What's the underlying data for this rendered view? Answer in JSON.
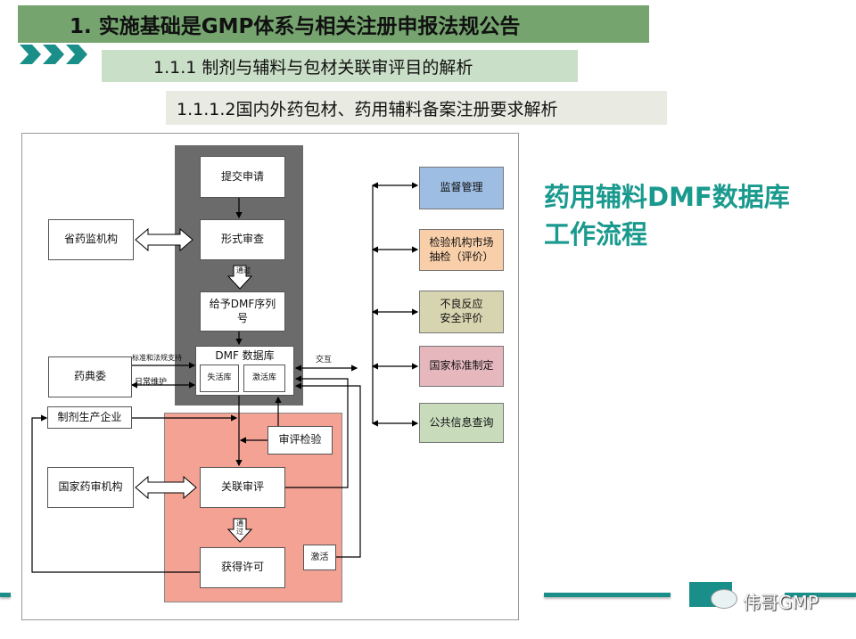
{
  "header": {
    "title": "1. 实施基础是GMP体系与相关注册申报法规公告",
    "subtitle": "1.1.1 制剂与辅料与包材关联审评目的解析",
    "section": "1.1.1.2国内外药包材、药用辅料备案注册要求解析"
  },
  "side_title": [
    "药用辅料DMF数据库",
    "工作流程"
  ],
  "flow": {
    "submit": "提交申请",
    "formal_review": "形式审查",
    "pass": "通过",
    "assign_dmf": "给予DMF序列号",
    "dmf_db": "DMF 数据库",
    "inactive": "失活库",
    "active": "激活库",
    "review_test": "审评检验",
    "joint_review": "关联审评",
    "pass2": "通过",
    "get_license": "获得许可",
    "activate": "激活",
    "province": "省药监机构",
    "pharmacopoeia": "药典委",
    "manufacturer": "制剂生产企业",
    "cde": "国家药审机构",
    "std_support": "标准和法规支持",
    "daily_maint": "日常维护",
    "interact": "交互",
    "right": [
      "监督管理",
      "检验机构市场抽检（评价）",
      "不良反应安全评价",
      "国家标准制定",
      "公共信息查询"
    ]
  },
  "colors": {
    "right": [
      "#9dbde2",
      "#f9cfa9",
      "#d7d4b0",
      "#e6b8be",
      "#c8dcbc"
    ],
    "teal": "#1a8f8a"
  },
  "watermark": "伟哥GMP"
}
